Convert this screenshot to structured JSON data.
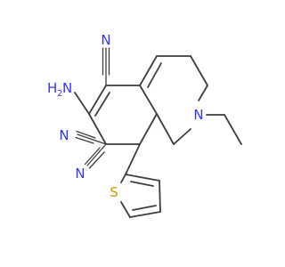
{
  "molecule": {
    "atoms": {
      "nitrile_n_top": "N",
      "amine": "H",
      "amine_sub": "2",
      "amine_n": "N",
      "ring_n": "N",
      "nitrile_n_left": "N",
      "nitrile_n_lower": "N",
      "thiophene_s": "S"
    },
    "colors": {
      "bond": "#3d3d3d",
      "nitrogen": "#3333ff",
      "sulfur": "#c8a000"
    }
  }
}
